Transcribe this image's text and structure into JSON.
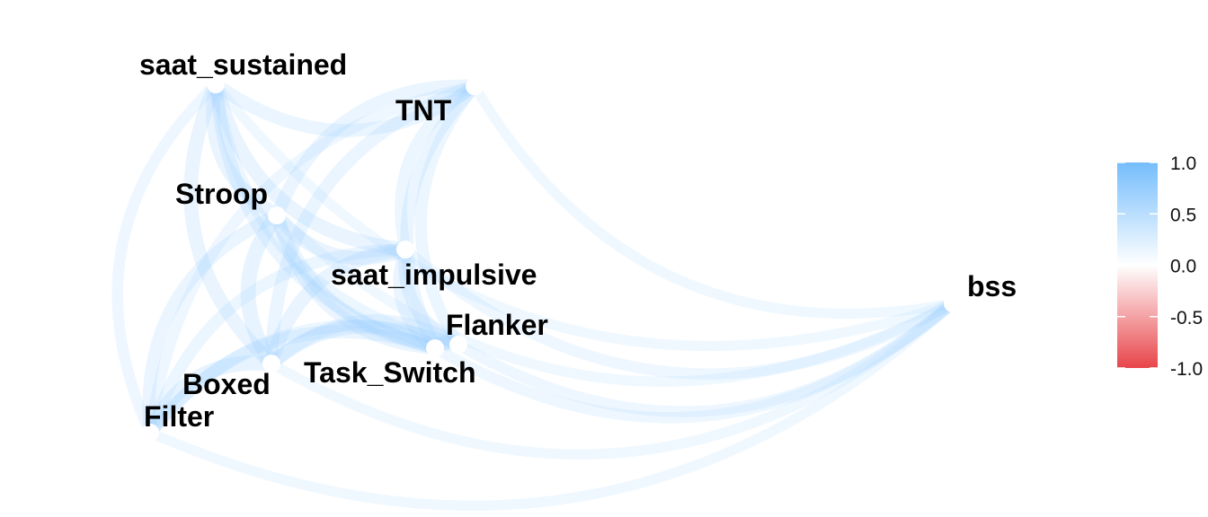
{
  "chart_data": {
    "type": "network",
    "title": "",
    "nodes": [
      "saat_sustained",
      "TNT",
      "Stroop",
      "saat_impulsive",
      "Flanker",
      "Task_Switch",
      "Boxed",
      "Filter",
      "bss"
    ],
    "edges": [
      [
        "saat_sustained",
        "TNT",
        0.3
      ],
      [
        "saat_sustained",
        "Stroop",
        0.35
      ],
      [
        "saat_sustained",
        "saat_impulsive",
        0.35
      ],
      [
        "saat_sustained",
        "Flanker",
        0.25
      ],
      [
        "saat_sustained",
        "Task_Switch",
        0.3
      ],
      [
        "saat_sustained",
        "Boxed",
        0.35
      ],
      [
        "saat_sustained",
        "Filter",
        0.2
      ],
      [
        "saat_sustained",
        "bss",
        0.15
      ],
      [
        "TNT",
        "Stroop",
        0.3
      ],
      [
        "TNT",
        "saat_impulsive",
        0.25
      ],
      [
        "TNT",
        "Flanker",
        0.25
      ],
      [
        "TNT",
        "Task_Switch",
        0.3
      ],
      [
        "TNT",
        "Boxed",
        0.3
      ],
      [
        "TNT",
        "Filter",
        0.2
      ],
      [
        "TNT",
        "bss",
        0.15
      ],
      [
        "Stroop",
        "saat_impulsive",
        0.35
      ],
      [
        "Stroop",
        "Flanker",
        0.3
      ],
      [
        "Stroop",
        "Task_Switch",
        0.3
      ],
      [
        "Stroop",
        "Boxed",
        0.4
      ],
      [
        "Stroop",
        "Filter",
        0.3
      ],
      [
        "Stroop",
        "bss",
        0.15
      ],
      [
        "saat_impulsive",
        "Flanker",
        0.3
      ],
      [
        "saat_impulsive",
        "Task_Switch",
        0.3
      ],
      [
        "saat_impulsive",
        "Boxed",
        0.35
      ],
      [
        "saat_impulsive",
        "Filter",
        0.25
      ],
      [
        "saat_impulsive",
        "bss",
        0.2
      ],
      [
        "Flanker",
        "Task_Switch",
        0.35
      ],
      [
        "Flanker",
        "Boxed",
        0.3
      ],
      [
        "Flanker",
        "Filter",
        0.25
      ],
      [
        "Flanker",
        "bss",
        0.2
      ],
      [
        "Task_Switch",
        "Boxed",
        0.35
      ],
      [
        "Task_Switch",
        "Filter",
        0.3
      ],
      [
        "Task_Switch",
        "bss",
        0.2
      ],
      [
        "Boxed",
        "Filter",
        0.4
      ],
      [
        "Boxed",
        "bss",
        0.15
      ],
      [
        "Filter",
        "bss",
        0.15
      ]
    ],
    "legend": {
      "ticks": [
        "1.0",
        "0.5",
        "0.0",
        "-0.5",
        "-1.0"
      ],
      "range": [
        -1,
        1
      ],
      "placement": "right"
    },
    "colors": {
      "positive": "#74bdfc",
      "neutral": "#ffffff",
      "negative": "#e8454a"
    }
  }
}
